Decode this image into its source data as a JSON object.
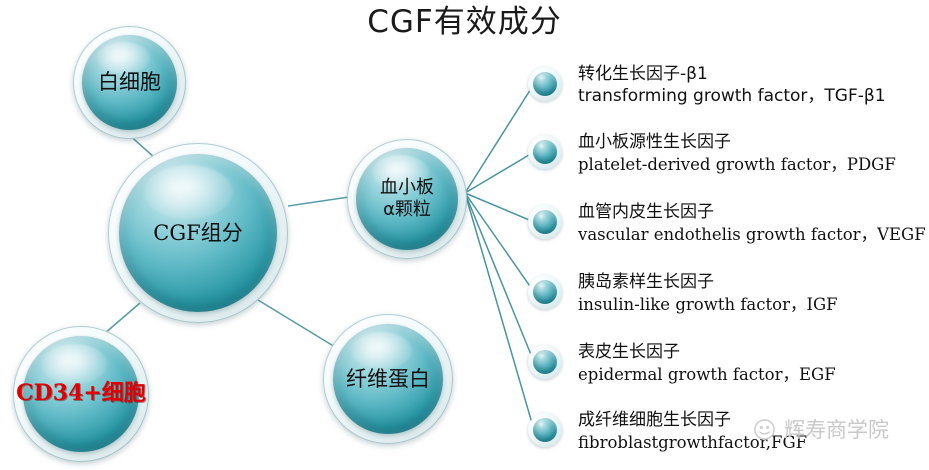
{
  "title": "CGF有效成分",
  "bubbles": {
    "center": {
      "label": "CGF组分"
    },
    "wbc": {
      "label": "白细胞"
    },
    "cd34": {
      "label": "CD34+细胞"
    },
    "fibrin": {
      "label": "纤维蛋白"
    },
    "platelet": {
      "line1": "血小板",
      "line2": "α颗粒"
    }
  },
  "growth_factors": [
    {
      "cn": "转化生长因子-β1",
      "en": "transforming growth factor，TGF-β1"
    },
    {
      "cn": "血小板源性生长因子",
      "en": "platelet-derived growth factor，PDGF"
    },
    {
      "cn": "血管内皮生长因子",
      "en": "vascular endothelis growth factor，VEGF"
    },
    {
      "cn": "胰岛素样生长因子",
      "en": "insulin-like growth factor，IGF"
    },
    {
      "cn": "表皮生长因子",
      "en": "epidermal growth factor，EGF"
    },
    {
      "cn": "成纤维细胞生长因子",
      "en": "fibroblastgrowthfactor,FGF"
    }
  ],
  "watermark": {
    "text": "辉寿商学院",
    "icon": "circle-logo-icon"
  },
  "colors": {
    "background": "#ffffff",
    "sphere_highlight": "#ddf0f4",
    "sphere_mid": "#63bcc8",
    "sphere_deep": "#0d6b77",
    "connector": "#3f8f9c",
    "title_text": "#1a1a1a",
    "body_text": "#111111",
    "accent_red": "#e00000",
    "watermark_gray": "#c9c9c9"
  }
}
